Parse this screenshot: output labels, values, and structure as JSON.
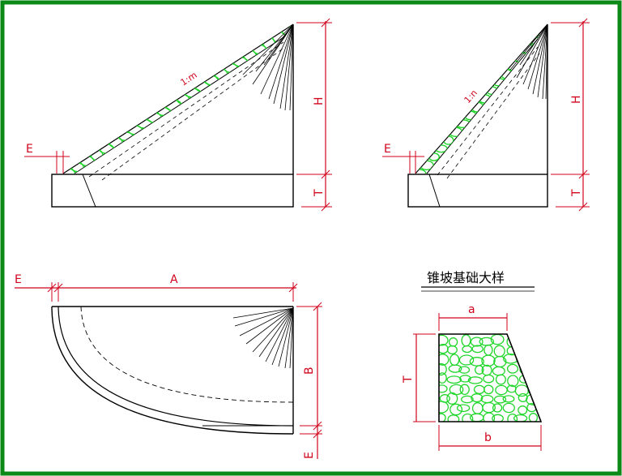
{
  "colors": {
    "border": "#0c8a17",
    "dimension": "#d0021b",
    "outline": "#000000",
    "stone": "#21d62b"
  },
  "labels": {
    "e": "E",
    "h": "H",
    "t": "T",
    "a_upper": "A",
    "b_upper": "B",
    "a_lower": "a",
    "b_lower": "b",
    "slope_left": "1:m",
    "slope_right": "1:n"
  },
  "detail": {
    "title": "锥坡基础大样"
  }
}
